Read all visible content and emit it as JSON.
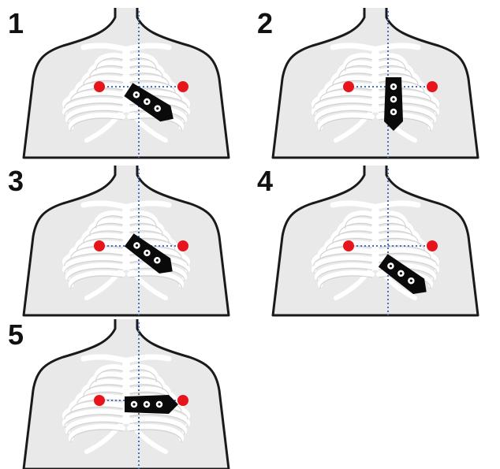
{
  "panels": [
    {
      "label": "1",
      "electrode_angle_deg": 33
    },
    {
      "label": "2",
      "electrode_angle_deg": 90
    },
    {
      "label": "3",
      "electrode_angle_deg": 36
    },
    {
      "label": "4",
      "electrode_angle_deg": 36
    },
    {
      "label": "5",
      "electrode_angle_deg": 0
    }
  ],
  "colors": {
    "body_fill": "#e9e9e9",
    "outline": "#1a1a1a",
    "ribs": "#ffffff",
    "guide_line": "#4472c4",
    "marker": "#e8141c",
    "electrode": "#0a0a0a",
    "contact": "#ffffff"
  }
}
